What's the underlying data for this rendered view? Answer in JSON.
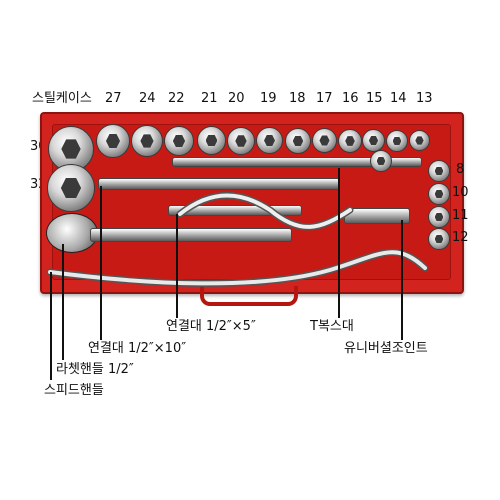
{
  "title_label": "스틸케이스",
  "top_sizes": [
    "27",
    "24",
    "22",
    "21",
    "20",
    "19",
    "18",
    "17",
    "16",
    "15",
    "14",
    "13"
  ],
  "left_sizes": [
    "30",
    "32"
  ],
  "right_sizes": [
    "8",
    "10",
    "11",
    "12"
  ],
  "labels": {
    "ext_5": "연결대 1/2″×5″",
    "t_bar": "T복스대",
    "ext_10": "연결대 1/2″×10″",
    "universal": "유니버셜조인트",
    "ratchet": "라쳇핸들 1/2″",
    "speed": "스피드핸들"
  }
}
